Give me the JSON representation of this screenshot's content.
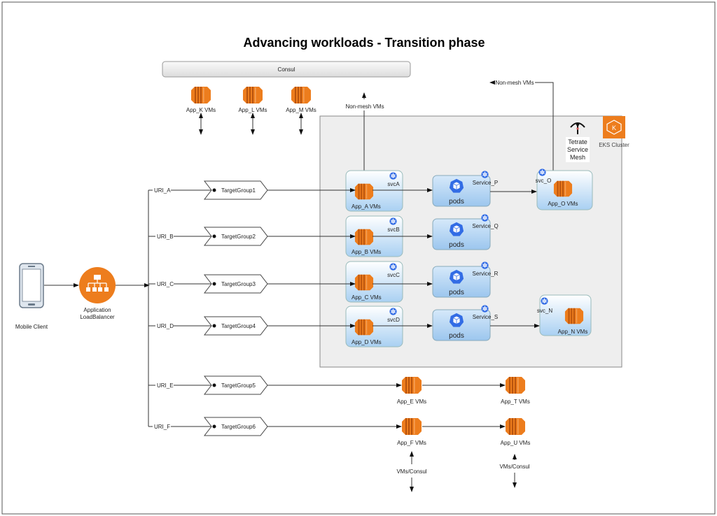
{
  "title": "Advancing workloads -  Transition phase",
  "consul": {
    "label": "Consul"
  },
  "consul_apps": [
    "App_K VMs",
    "App_L VMs",
    "App_M VMs"
  ],
  "non_mesh_left": "Non-mesh VMs",
  "non_mesh_right": "Non-mesh VMs",
  "mobile_client": "Mobile Client",
  "alb": {
    "line1": "Application",
    "line2": "LoadBalancer"
  },
  "tetrate": [
    "Tetrate",
    "Service",
    "Mesh"
  ],
  "eks_label": "EKS Cluster",
  "rows": [
    {
      "uri": "URI_A",
      "tg": "TargetGroup1",
      "app": "App_A VMs",
      "svc": "svcA",
      "service": "Service_P",
      "pods": "pods"
    },
    {
      "uri": "URI_B",
      "tg": "TargetGroup2",
      "app": "App_B VMs",
      "svc": "svcB",
      "service": "Service_Q",
      "pods": "pods"
    },
    {
      "uri": "URI_C",
      "tg": "TargetGroup3",
      "app": "App_C VMs",
      "svc": "svcC",
      "service": "Service_R",
      "pods": "pods"
    },
    {
      "uri": "URI_D",
      "tg": "TargetGroup4",
      "app": "App_D VMs",
      "svc": "svcD",
      "service": "Service_S",
      "pods": "pods"
    },
    {
      "uri": "URI_E",
      "tg": "TargetGroup5",
      "app": "App_E VMs",
      "next": "App_T VMs"
    },
    {
      "uri": "URI_F",
      "tg": "TargetGroup6",
      "app": "App_F VMs",
      "next": "App_U VMs"
    }
  ],
  "svc_o": {
    "svc": "svc_O",
    "app": "App_O VMs"
  },
  "svc_n": {
    "svc": "svc_N",
    "app": "App_N VMs"
  },
  "vms_consul": [
    "VMs/Consul",
    "VMs/Consul"
  ],
  "colors": {
    "aws_orange": "#ED7D1D",
    "k8s_blue": "#326CE5",
    "box_blue": "#BFDDF7",
    "eks_bg": "#EEEEEE"
  }
}
